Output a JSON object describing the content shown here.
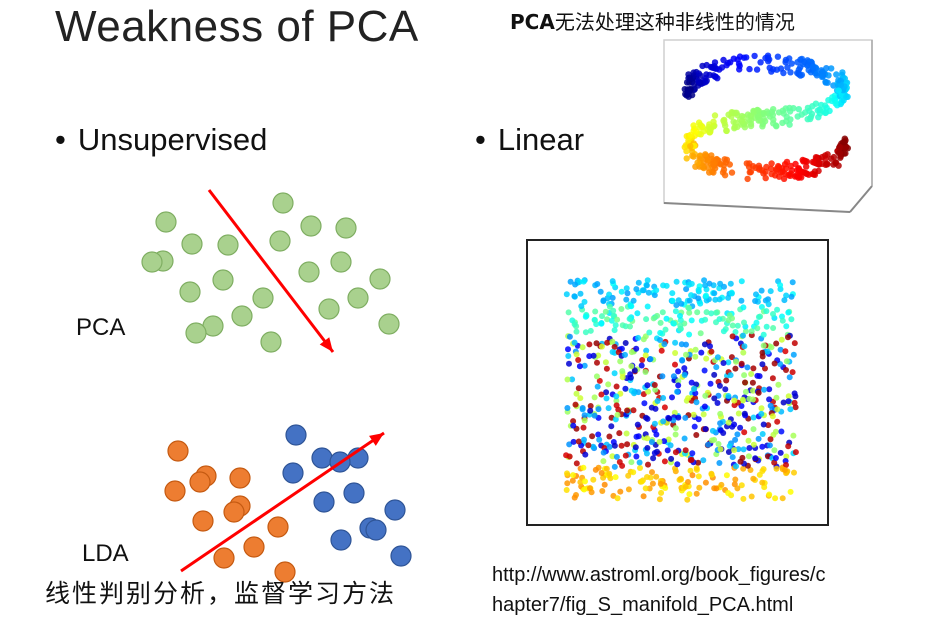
{
  "slide": {
    "title": "Weakness of PCA",
    "note": {
      "bold": "PCA",
      "rest": "无法处理这种非线性的情况"
    },
    "bullets": [
      {
        "marker": "•",
        "text": "Unsupervised"
      },
      {
        "marker": "•",
        "text": "Linear"
      }
    ],
    "labels": {
      "pca": "PCA",
      "lda": "LDA"
    },
    "footer_cn": "线性判别分析，监督学习方法",
    "url_line1": "http://www.astroml.org/book_figures/c",
    "url_line2": "hapter7/fig_S_manifold_PCA.html"
  },
  "colors": {
    "green_fill": "#a9d18e",
    "green_stroke": "#7fae62",
    "orange_fill": "#ed7d31",
    "orange_stroke": "#c55a11",
    "blue_fill": "#4472c4",
    "blue_stroke": "#2f5597",
    "arrow": "#ff0000"
  },
  "figures": {
    "green_points": 22,
    "lda_orange_points": 12,
    "lda_blue_points": 12
  }
}
